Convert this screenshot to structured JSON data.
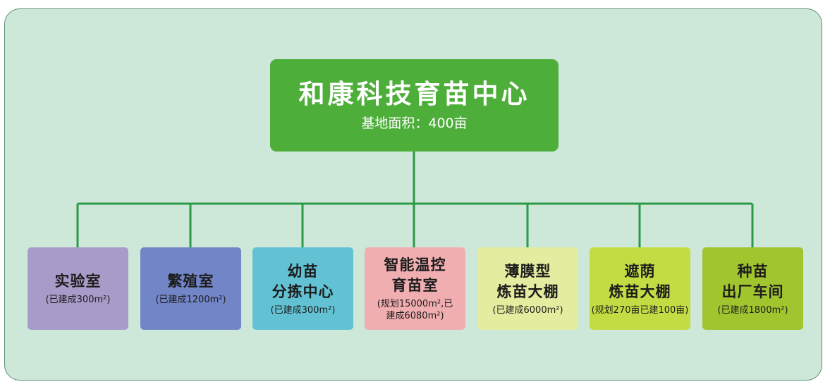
{
  "root": {
    "title": "和康科技育苗中心",
    "subtitle": "基地面积：400亩"
  },
  "children": [
    {
      "title": "实验室",
      "note": "(已建成300m²)"
    },
    {
      "title": "繁殖室",
      "note": "(已建成1200m²)"
    },
    {
      "title": "幼苗\n分拣中心",
      "note": "(已建成300m²)"
    },
    {
      "title": "智能温控\n育苗室",
      "note": "(规划15000m²,已\n建成6080m²)"
    },
    {
      "title": "薄膜型\n炼苗大棚",
      "note": "(已建成6000m²)"
    },
    {
      "title": "遮荫\n炼苗大棚",
      "note": "(规划270亩已建100亩)"
    },
    {
      "title": "种苗\n出厂车间",
      "note": "(已建成1800m²)"
    }
  ],
  "colors": {
    "panel_bg": "#cde8d8",
    "root_bg": "#4eae3a",
    "connector": "#2a9a47",
    "child_bgs": [
      "#a99bc9",
      "#7185c7",
      "#62c2d4",
      "#f1aeb1",
      "#e3ec9f",
      "#c4dc44",
      "#a1c52e"
    ]
  }
}
